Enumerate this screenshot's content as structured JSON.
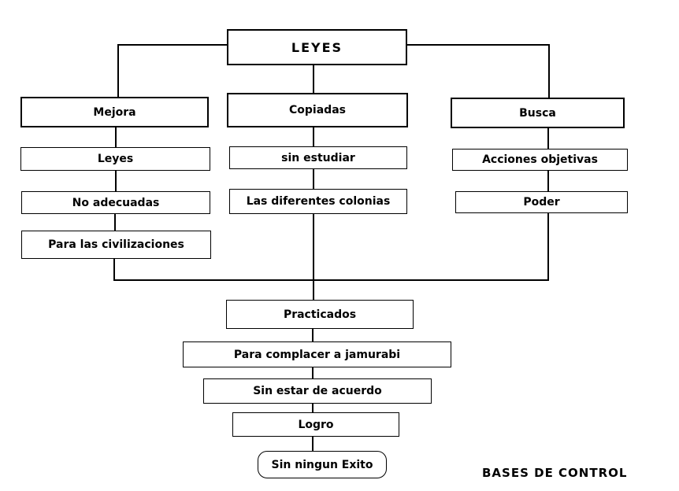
{
  "diagram": {
    "title": "LEYES",
    "caption": "BASES DE CONTROL",
    "colors": {
      "line": "#000000",
      "background": "#ffffff",
      "text": "#000000"
    },
    "nodes": {
      "leyes": "LEYES",
      "mejora": "Mejora",
      "copiadas": "Copiadas",
      "busca": "Busca",
      "leyes2": "Leyes",
      "sin_estudiar": "sin estudiar",
      "acciones_objetivas": "Acciones objetivas",
      "no_adecuadas": "No adecuadas",
      "diferentes_colonias": "Las diferentes colonias",
      "poder": "Poder",
      "para_civilizaciones": "Para las civilizaciones",
      "practicados": "Practicados",
      "para_complacer": "Para complacer a jamurabi",
      "sin_estar": "Sin estar de acuerdo",
      "logro": "Logro",
      "sin_ningun_exito": "Sin ningun Exito"
    },
    "edges": [
      "LEYES -> Mejora",
      "LEYES -> Copiadas",
      "LEYES -> Busca",
      "Mejora -> Leyes -> No adecuadas -> Para las civilizaciones",
      "Copiadas -> sin estudiar -> Las diferentes colonias",
      "Busca -> Acciones objetivas -> Poder",
      "Para las civilizaciones + Las diferentes colonias + Poder -> Practicados",
      "Practicados -> Para complacer a jamurabi -> Sin estar de acuerdo -> Logro -> Sin ningun Exito"
    ]
  }
}
